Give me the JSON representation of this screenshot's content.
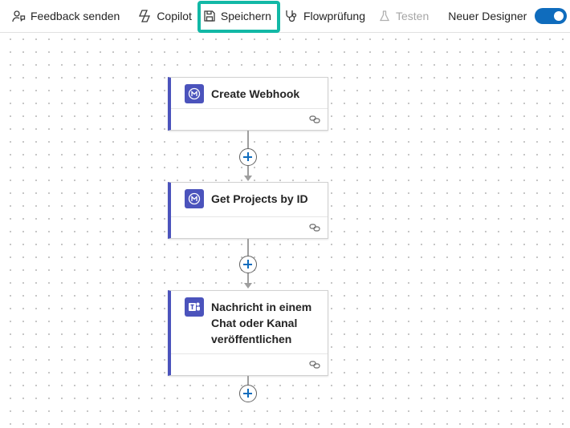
{
  "toolbar": {
    "feedback_label": "Feedback senden",
    "copilot_label": "Copilot",
    "save_label": "Speichern",
    "flowcheck_label": "Flowprüfung",
    "test_label": "Testen",
    "new_designer_label": "Neuer Designer",
    "new_designer_enabled": true
  },
  "flow": {
    "steps": [
      {
        "title": "Create Webhook",
        "icon": "custom-connector-icon"
      },
      {
        "title": "Get Projects by ID",
        "icon": "custom-connector-icon"
      },
      {
        "title": "Nachricht in einem Chat oder Kanal veröffentlichen",
        "icon": "teams-icon"
      }
    ]
  },
  "colors": {
    "accent": "#0f6cbd",
    "card_stripe": "#4b53bc",
    "highlight": "#12b8a6"
  }
}
